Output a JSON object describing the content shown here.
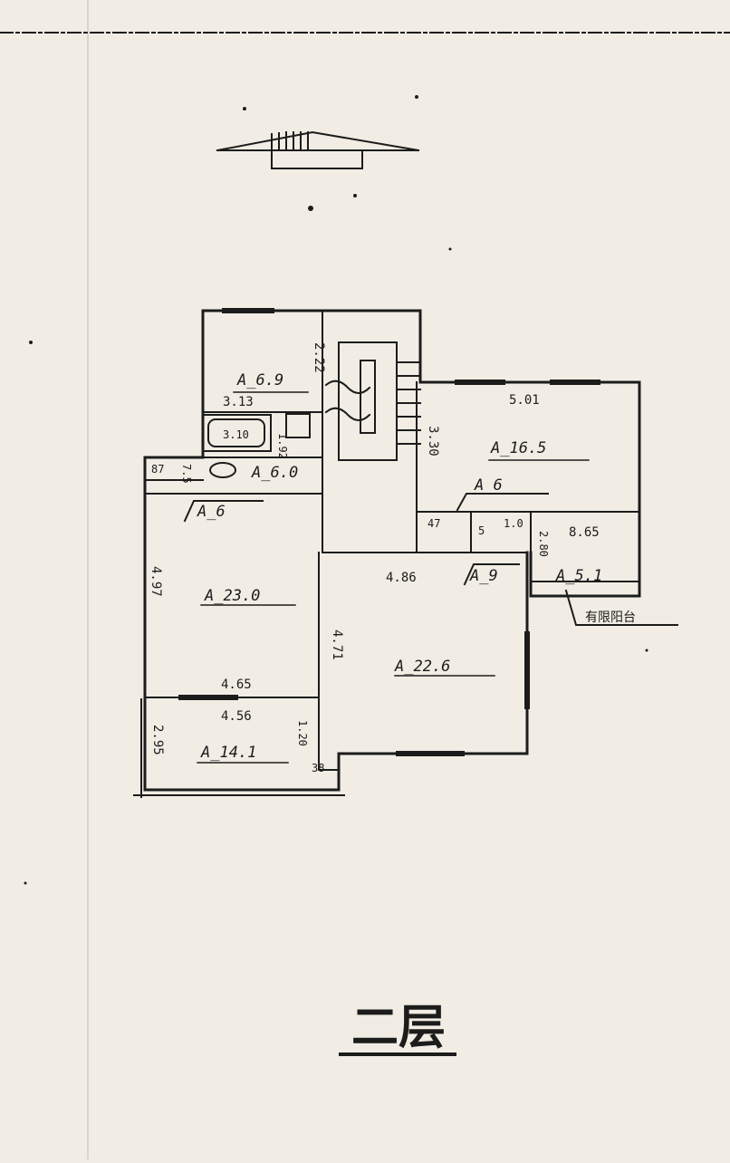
{
  "drawing": {
    "title": "二层",
    "note": "有限阳台",
    "ink_color": "#1c1c1c",
    "paper_color": "#f1ede4"
  },
  "rooms": {
    "top_left": {
      "area": "A_6.9",
      "dim_w": "3.13",
      "dim_h": "2.22"
    },
    "bath": {
      "dim_a": "3.10",
      "dim_b": "1.92"
    },
    "wc": {
      "area": "A_6.0",
      "dim_a": "87",
      "dim_b": "7.5"
    },
    "corridor_left": {
      "area": "A_6"
    },
    "left_big": {
      "area": "A_23.0",
      "dim_h": "4.97",
      "dim_w": "4.65"
    },
    "bottom_left": {
      "area": "A_14.1",
      "dim_w": "4.56",
      "dim_h": "2.95",
      "dim_c": "1.20",
      "dim_d": "38"
    },
    "center_big": {
      "area": "A_22.6",
      "dim_w": "4.86",
      "dim_h": "4.71"
    },
    "right_big": {
      "area": "A_16.5",
      "dim_w": "5.01",
      "dim_h": "3.30"
    },
    "corridor_right": {
      "area": "A_6"
    },
    "small_mid": {
      "area": "A_9",
      "dim_a": "1.0",
      "dim_b": "5",
      "dim_c": "47"
    },
    "balcony": {
      "area": "A_5.1",
      "dim_w": "8.65",
      "dim_h": "2.80"
    }
  }
}
